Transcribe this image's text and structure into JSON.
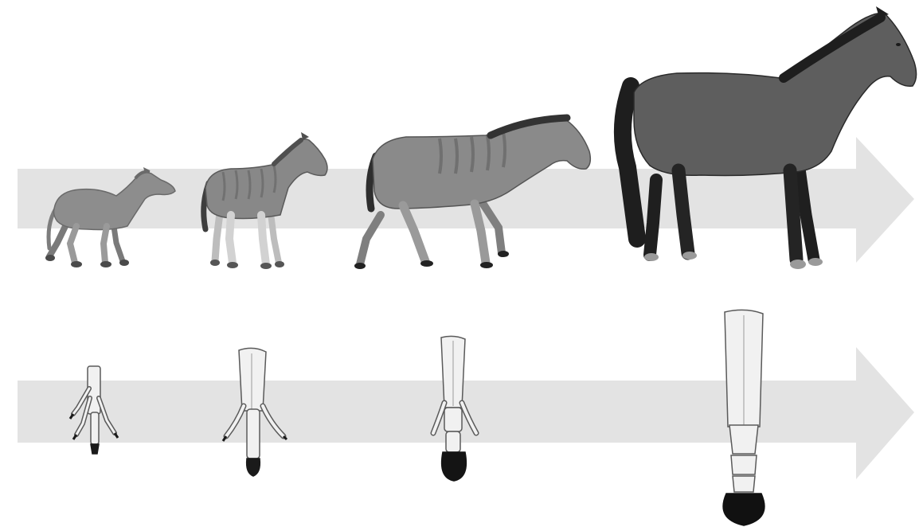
{
  "diagram": {
    "rows": [
      {
        "kind": "body-silhouettes",
        "stages": [
          {
            "shade": "#8d8d8d",
            "mane": "#6a6a6a",
            "legs": "#9a9a9a",
            "hoof": "#4a4a4a",
            "stripes": false
          },
          {
            "shade": "#888888",
            "mane": "#4f4f4f",
            "legs": "#d2d2d2",
            "hoof": "#555555",
            "stripes": true
          },
          {
            "shade": "#8a8a8a",
            "mane": "#333333",
            "legs": "#9a9a9a",
            "hoof": "#222222",
            "stripes": true
          },
          {
            "shade": "#5e5e5e",
            "mane": "#1e1e1e",
            "legs": "#242424",
            "hoof": "#9a9a9a",
            "stripes": false
          }
        ]
      },
      {
        "kind": "foot-skeletons",
        "stages": [
          {
            "toes": 4,
            "hoof": "#1a1a1a"
          },
          {
            "toes": 3,
            "hoof": "#1a1a1a"
          },
          {
            "toes": 3,
            "hoof": "#141414"
          },
          {
            "toes": 1,
            "hoof": "#111111"
          }
        ]
      }
    ],
    "arrow_color": "#e3e3e3",
    "bone_color": "#f1f1f1",
    "bone_outline": "#5a5a5a"
  }
}
